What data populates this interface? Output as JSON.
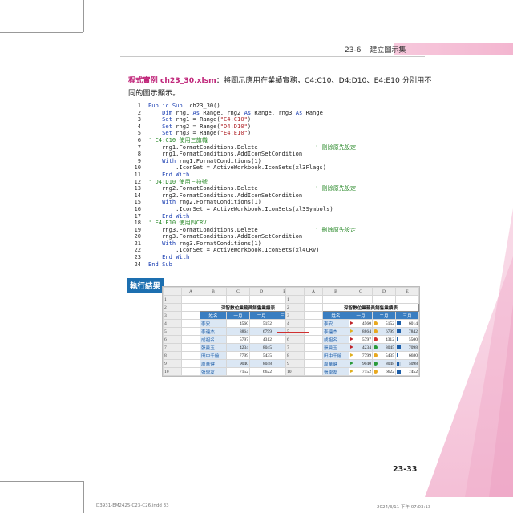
{
  "header": {
    "section": "23-6",
    "title": "建立圖示集"
  },
  "intro": {
    "example_label": "程式實例 ch23_30.xlsm",
    "line1_rest": "：將圖示應用在業績實務，C4:C10、D4:D10、E4:E10 分別用不",
    "line2": "同的圖示顯示。"
  },
  "code_lines": [
    {
      "n": "1",
      "parts": [
        [
          "kw",
          "Public Sub"
        ],
        [
          "",
          "  ch23_30()"
        ]
      ]
    },
    {
      "n": "2",
      "parts": [
        [
          "",
          "    "
        ],
        [
          "kw",
          "Dim"
        ],
        [
          "",
          " rng1 "
        ],
        [
          "kw",
          "As"
        ],
        [
          "",
          " Range, rng2 "
        ],
        [
          "kw",
          "As"
        ],
        [
          "",
          " Range, rng3 "
        ],
        [
          "kw",
          "As"
        ],
        [
          "",
          " Range"
        ]
      ]
    },
    {
      "n": "3",
      "parts": [
        [
          "",
          "    "
        ],
        [
          "kw",
          "Set"
        ],
        [
          "",
          " rng1 = Range("
        ],
        [
          "str",
          "\"C4:C10\""
        ],
        [
          "",
          ")"
        ]
      ]
    },
    {
      "n": "4",
      "parts": [
        [
          "",
          "    "
        ],
        [
          "kw",
          "Set"
        ],
        [
          "",
          " rng2 = Range("
        ],
        [
          "str",
          "\"D4:D10\""
        ],
        [
          "",
          ")"
        ]
      ]
    },
    {
      "n": "5",
      "parts": [
        [
          "",
          "    "
        ],
        [
          "kw",
          "Set"
        ],
        [
          "",
          " rng3 = Range("
        ],
        [
          "str",
          "\"E4:E10\""
        ],
        [
          "",
          ")"
        ]
      ]
    },
    {
      "n": "6",
      "parts": [
        [
          "cm",
          "' C4:C10 使用三旗幟"
        ]
      ]
    },
    {
      "n": "7",
      "parts": [
        [
          "",
          "    rng1.FormatConditions.Delete"
        ]
      ],
      "comment": "' 刪除原先設定"
    },
    {
      "n": "8",
      "parts": [
        [
          "",
          "    rng1.FormatConditions.AddIconSetCondition"
        ]
      ]
    },
    {
      "n": "9",
      "parts": [
        [
          "",
          "    "
        ],
        [
          "kw",
          "With"
        ],
        [
          "",
          " rng1.FormatConditions(1)"
        ]
      ]
    },
    {
      "n": "10",
      "parts": [
        [
          "",
          "        .IconSet = ActiveWorkbook.IconSets(xl3Flags)"
        ]
      ]
    },
    {
      "n": "11",
      "parts": [
        [
          "",
          "    "
        ],
        [
          "kw",
          "End With"
        ]
      ]
    },
    {
      "n": "12",
      "parts": [
        [
          "cm",
          "' D4:D10 使用三符號"
        ]
      ]
    },
    {
      "n": "13",
      "parts": [
        [
          "",
          "    rng2.FormatConditions.Delete"
        ]
      ],
      "comment": "' 刪除原先設定"
    },
    {
      "n": "14",
      "parts": [
        [
          "",
          "    rng2.FormatConditions.AddIconSetCondition"
        ]
      ]
    },
    {
      "n": "15",
      "parts": [
        [
          "",
          "    "
        ],
        [
          "kw",
          "With"
        ],
        [
          "",
          " rng2.FormatConditions(1)"
        ]
      ]
    },
    {
      "n": "16",
      "parts": [
        [
          "",
          "        .IconSet = ActiveWorkbook.IconSets(xl3Symbols)"
        ]
      ]
    },
    {
      "n": "17",
      "parts": [
        [
          "",
          "    "
        ],
        [
          "kw",
          "End With"
        ]
      ]
    },
    {
      "n": "18",
      "parts": [
        [
          "cm",
          "' E4:E10 使用四CRV"
        ]
      ]
    },
    {
      "n": "19",
      "parts": [
        [
          "",
          "    rng3.FormatConditions.Delete"
        ]
      ],
      "comment": "' 刪除原先設定"
    },
    {
      "n": "20",
      "parts": [
        [
          "",
          "    rng3.FormatConditions.AddIconSetCondition"
        ]
      ]
    },
    {
      "n": "21",
      "parts": [
        [
          "",
          "    "
        ],
        [
          "kw",
          "With"
        ],
        [
          "",
          " rng3.FormatConditions(1)"
        ]
      ]
    },
    {
      "n": "22",
      "parts": [
        [
          "",
          "        .IconSet = ActiveWorkbook.IconSets(xl4CRV)"
        ]
      ]
    },
    {
      "n": "23",
      "parts": [
        [
          "",
          "    "
        ],
        [
          "kw",
          "End With"
        ]
      ]
    },
    {
      "n": "24",
      "parts": [
        [
          "kw",
          "End Sub"
        ]
      ]
    }
  ],
  "result_label": "執行結果",
  "sheet": {
    "columns": [
      "A",
      "B",
      "C",
      "D",
      "E"
    ],
    "row_numbers": [
      "1",
      "2",
      "3",
      "4",
      "5",
      "6",
      "7",
      "8",
      "9",
      "10"
    ],
    "title": "深智數位業務員銷售業績表",
    "headers": [
      "姓名",
      "一月",
      "二月",
      "三月"
    ],
    "rows": [
      [
        "李安",
        "4560",
        "5152",
        "6014"
      ],
      [
        "李連杰",
        "8864",
        "6799",
        "7842"
      ],
      [
        "成祖名",
        "5797",
        "4312",
        "5500"
      ],
      [
        "張曼玉",
        "4234",
        "8045",
        "7098"
      ],
      [
        "田中千繪",
        "7799",
        "5435",
        "6680"
      ],
      [
        "周華健",
        "9040",
        "8048",
        "5098"
      ],
      [
        "張學友",
        "7152",
        "6622",
        "7452"
      ]
    ],
    "flags": [
      "red",
      "yellow",
      "red",
      "red",
      "yellow",
      "green",
      "yellow"
    ],
    "symbols": [
      "yellow",
      "yellow",
      "red",
      "green",
      "yellow",
      "green",
      "yellow"
    ],
    "bars": [
      4,
      4,
      3,
      4,
      3,
      2,
      4
    ]
  },
  "page_number": "23-33",
  "footer": {
    "left": "D3931-EM2425-C23-C26.indd  33",
    "right": "2024/3/11  下午 07:03:13"
  }
}
